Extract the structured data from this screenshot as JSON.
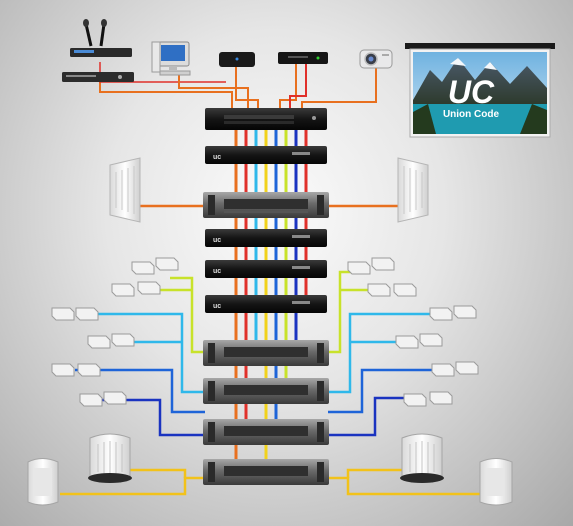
{
  "projector_screen": {
    "logo_monogram": "UC",
    "brand_name": "Union Code"
  },
  "cable_colors": {
    "orange": "#e8701f",
    "red": "#e0302a",
    "yellow": "#f1d21b",
    "lime": "#c8e22a",
    "sky_blue": "#2fb8ea",
    "blue": "#1e64d8",
    "navy": "#1a33c0",
    "gold": "#f2c21a"
  },
  "source_devices": [
    "wireless-microphone-receiver",
    "desktop-computer",
    "media-player",
    "dvd-player",
    "projector"
  ]
}
